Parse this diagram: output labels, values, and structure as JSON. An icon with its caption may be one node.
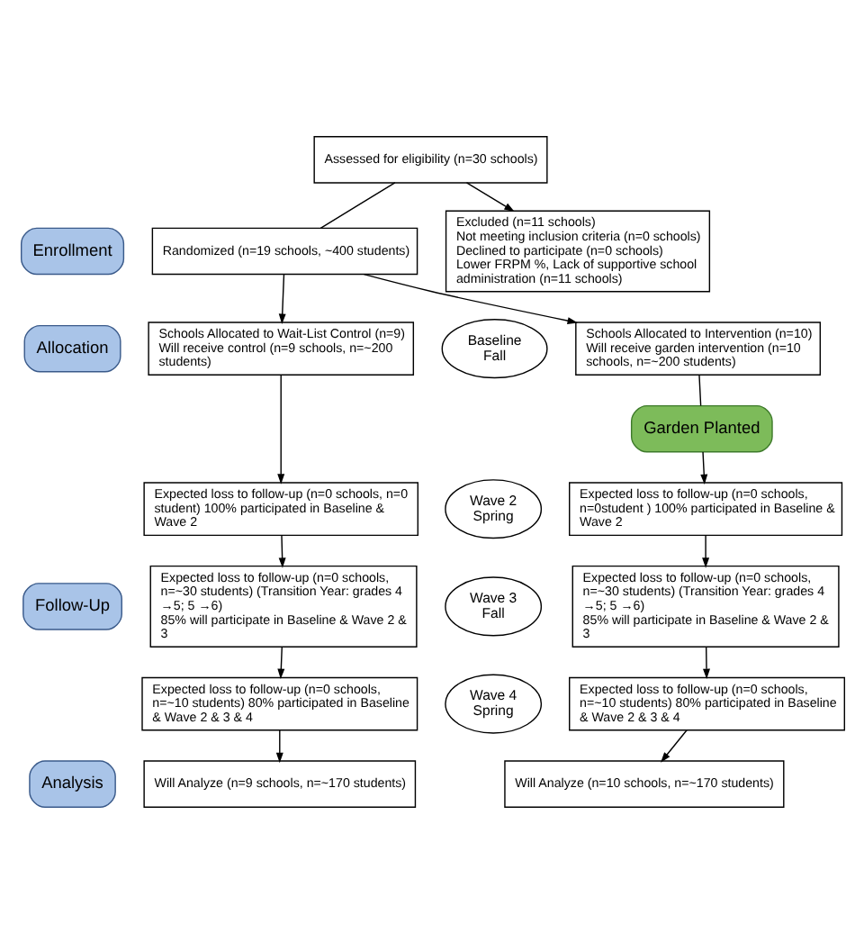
{
  "diagram": {
    "nodes": [
      {
        "text": [
          "Enrollment"
        ]
      },
      {
        "text": [
          "Assessed for eligibility (n=30 schools)"
        ]
      },
      {
        "text": [
          "Excluded (n=11 schools)",
          "Not meeting inclusion criteria (n=0 schools)",
          "Declined to participate (n=0 schools)",
          "Lower FRPM %, Lack of supportive school administration (n=11 schools)"
        ]
      },
      {
        "text": [
          "Randomized (n=19 schools, ~400 students)"
        ]
      },
      {
        "text": [
          "Allocation"
        ]
      },
      {
        "text": [
          "Schools Allocated to Wait-List Control (n=9)",
          "Will receive control (n=9 schools, n=~200 students)"
        ]
      },
      {
        "text": [
          "Baseline",
          "Fall"
        ]
      },
      {
        "text": [
          "Schools Allocated to Intervention (n=10)",
          "Will receive garden intervention (n=10 schools, n=~200 students)"
        ]
      },
      {
        "text": [
          "Garden Planted"
        ]
      },
      {
        "text": [
          "Follow-Up"
        ]
      },
      {
        "text": [
          "Expected loss to follow-up (n=0 schools, n=0 student) 100% participated in Baseline & Wave 2"
        ]
      },
      {
        "text": [
          "Wave 2",
          "Spring"
        ]
      },
      {
        "text": [
          "Expected loss to follow-up (n=0 schools, n=0student ) 100% participated in Baseline & Wave 2"
        ]
      },
      {
        "text": [
          "Expected loss to follow-up (n=0 schools, n=~30 students) (Transition Year: grades 4 →5; 5 →6)",
          "85% will participate in Baseline & Wave 2 & 3"
        ]
      },
      {
        "text": [
          "Wave 3",
          "Fall"
        ]
      },
      {
        "text": [
          "Expected loss to follow-up (n=0 schools, n=~30 students) (Transition Year: grades 4 →5; 5 →6)",
          "85% will participate in Baseline & Wave 2 & 3"
        ]
      },
      {
        "text": [
          "Expected loss to follow-up (n=0 schools, n=~10 students) 80% participated in Baseline & Wave 2 & 3 & 4"
        ]
      },
      {
        "text": [
          "Wave 4",
          "Spring"
        ]
      },
      {
        "text": [
          "Expected loss to follow-up (n=0 schools, n=~10 students) 80% participated in Baseline & Wave 2 & 3 & 4"
        ]
      },
      {
        "text": [
          "Analysis"
        ]
      },
      {
        "text": [
          "Will Analyze (n=9 schools, n=~170 students)"
        ]
      },
      {
        "text": [
          "Will Analyze (n=10 schools, n=~170 students)"
        ]
      }
    ],
    "edges": [
      {
        "from": 1,
        "to": 2,
        "arrow": "to"
      },
      {
        "from": 1,
        "to": 3,
        "arrow": "none"
      },
      {
        "from": 3,
        "to": 5,
        "arrow": "to"
      },
      {
        "from": 3,
        "to": 7,
        "arrow": "to"
      },
      {
        "from": 5,
        "to": 10,
        "arrow": "to"
      },
      {
        "from": 7,
        "to": 8,
        "arrow": "none"
      },
      {
        "from": 8,
        "to": 12,
        "arrow": "to"
      },
      {
        "from": 10,
        "to": 13,
        "arrow": "to"
      },
      {
        "from": 12,
        "to": 15,
        "arrow": "to"
      },
      {
        "from": 13,
        "to": 16,
        "arrow": "to"
      },
      {
        "from": 15,
        "to": 18,
        "arrow": "to"
      },
      {
        "from": 16,
        "to": 20,
        "arrow": "to"
      },
      {
        "from": 18,
        "to": 21,
        "arrow": "to"
      }
    ]
  }
}
